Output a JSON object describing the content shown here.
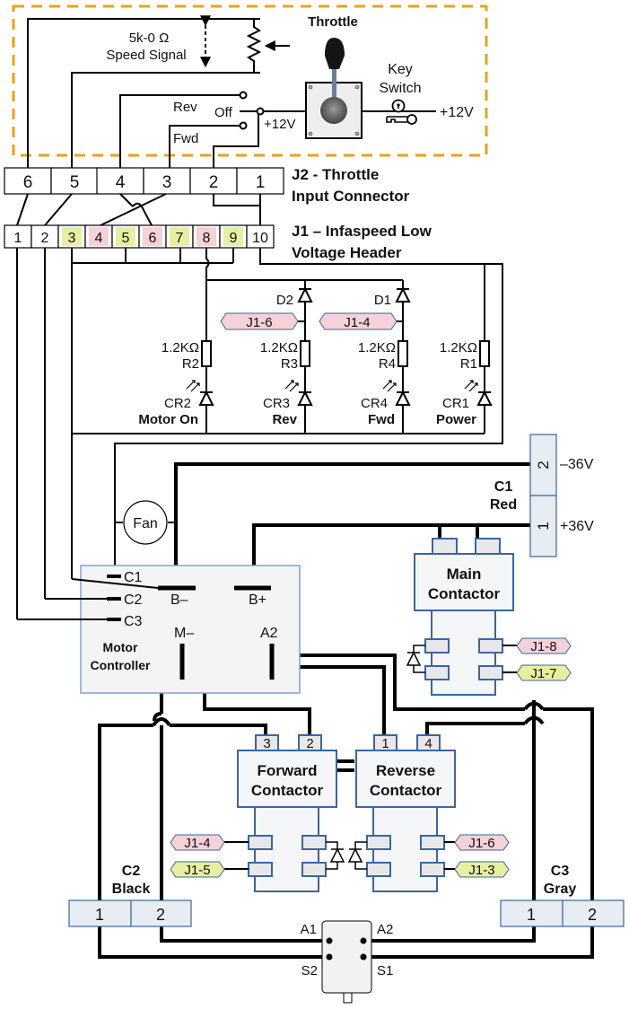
{
  "colors": {
    "throttle_border": "#e8a317",
    "component_border": "#3a66a0",
    "component_fill": "#f5f6f8",
    "terminal_fill": "#e8e8ea",
    "connector_fill": "#e8ecf3",
    "pink": "#f6d1d8",
    "lime": "#e7f0a0"
  },
  "throttle": {
    "title": "Throttle",
    "pot_label_1": "5k-0 Ω",
    "pot_label_2": "Speed Signal",
    "switch_rev": "Rev",
    "switch_off": "Off",
    "switch_fwd": "Fwd",
    "switch_supply": "+12V",
    "key_label_1": "Key",
    "key_label_2": "Switch",
    "key_supply": "+12V"
  },
  "j2": {
    "title_1": "J2 - Throttle",
    "title_2": "Input Connector",
    "pins": [
      "6",
      "5",
      "4",
      "3",
      "2",
      "1"
    ]
  },
  "j1": {
    "title_1": "J1 – Infaspeed Low",
    "title_2": "Voltage Header",
    "pins": [
      {
        "label": "1",
        "highlight": "none"
      },
      {
        "label": "2",
        "highlight": "none"
      },
      {
        "label": "3",
        "highlight": "lime"
      },
      {
        "label": "4",
        "highlight": "pink"
      },
      {
        "label": "5",
        "highlight": "lime"
      },
      {
        "label": "6",
        "highlight": "pink"
      },
      {
        "label": "7",
        "highlight": "lime"
      },
      {
        "label": "8",
        "highlight": "pink"
      },
      {
        "label": "9",
        "highlight": "lime"
      },
      {
        "label": "10",
        "highlight": "none"
      }
    ]
  },
  "indicators": {
    "d2": "D2",
    "d1": "D1",
    "tag_d2": "J1-6",
    "tag_d1": "J1-4",
    "branches": [
      {
        "resistor_value": "1.2KΩ",
        "resistor": "R2",
        "led": "CR2",
        "name": "Motor On"
      },
      {
        "resistor_value": "1.2KΩ",
        "resistor": "R3",
        "led": "CR3",
        "name": "Rev"
      },
      {
        "resistor_value": "1.2KΩ",
        "resistor": "R4",
        "led": "CR4",
        "name": "Fwd"
      },
      {
        "resistor_value": "1.2KΩ",
        "resistor": "R1",
        "led": "CR1",
        "name": "Power"
      }
    ]
  },
  "fan": {
    "label": "Fan"
  },
  "c1_connector": {
    "title_1": "C1",
    "title_2": "Red",
    "pins": [
      "2",
      "1"
    ],
    "pin2_voltage": "–36V",
    "pin1_voltage": "+36V"
  },
  "motor_controller": {
    "title_1": "Motor",
    "title_2": "Controller",
    "terminals": {
      "c1": "C1",
      "c2": "C2",
      "c3": "C3",
      "bminus": "B–",
      "bplus": "B+",
      "mminus": "M–",
      "a2": "A2"
    }
  },
  "main_contactor": {
    "title_1": "Main",
    "title_2": "Contactor",
    "tag_top": "J1-8",
    "tag_bottom": "J1-7"
  },
  "forward_contactor": {
    "title_1": "Forward",
    "title_2": "Contactor",
    "terminals": [
      "3",
      "2"
    ],
    "tag_top": "J1-4",
    "tag_bottom": "J1-5"
  },
  "reverse_contactor": {
    "title_1": "Reverse",
    "title_2": "Contactor",
    "terminals": [
      "1",
      "4"
    ],
    "tag_top": "J1-6",
    "tag_bottom": "J1-3"
  },
  "c2_connector": {
    "title_1": "C2",
    "title_2": "Black",
    "pins": [
      "1",
      "2"
    ]
  },
  "c3_connector": {
    "title_1": "C3",
    "title_2": "Gray",
    "pins": [
      "1",
      "2"
    ]
  },
  "motor": {
    "a1": "A1",
    "a2": "A2",
    "s1": "S1",
    "s2": "S2"
  }
}
